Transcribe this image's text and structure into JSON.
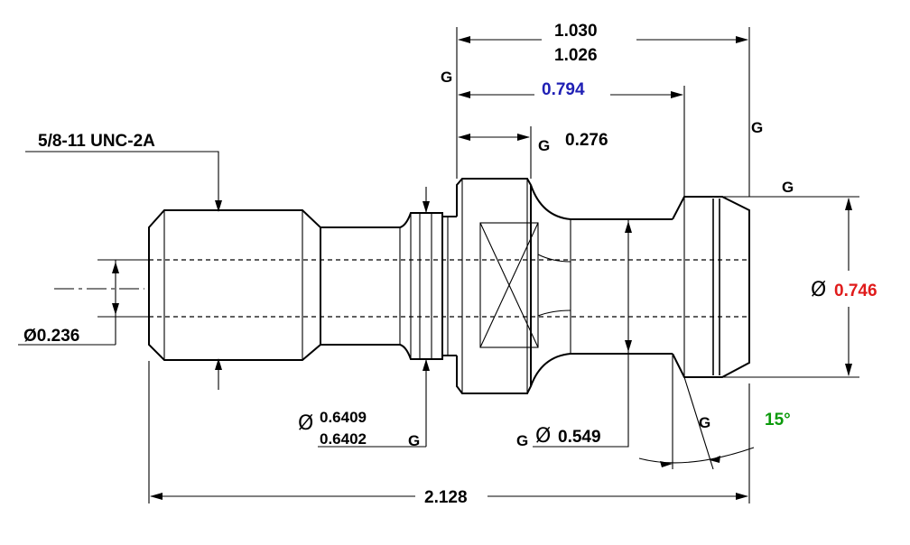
{
  "title": "",
  "thread_label": "5/8-11 UNC-2A",
  "overall_length": "2.128",
  "flange_length_max": "1.030",
  "flange_length_min": "1.026",
  "length_0794": "0.794",
  "length_0276": "0.276",
  "bore_dia": "Ø0.236",
  "pilot_dia_max": "0.6409",
  "pilot_dia_min": "0.6402",
  "neck_dia": "0.549",
  "head_dia": "0.746",
  "chamfer_angle": "15°",
  "diameter_symbol": "Ø",
  "surface_finish_symbol": "G",
  "colors": {
    "accent_blue": "#1f1fb4",
    "accent_red": "#e01b1b",
    "accent_green": "#0b9a0b",
    "line": "#000000"
  }
}
